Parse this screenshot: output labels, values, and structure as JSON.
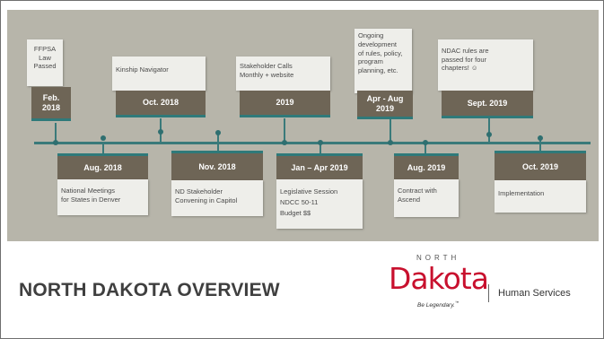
{
  "slide": {
    "title": "NORTH DAKOTA OVERVIEW"
  },
  "logo": {
    "north": "NORTH",
    "dakota": "Dakota",
    "tagline": "Be Legendary.",
    "tagline_mark": "™",
    "department": "Human Services"
  },
  "timeline_top": [
    {
      "date": "Feb.\n2018",
      "note": "FFPSA\nLaw\nPassed"
    },
    {
      "date": "Oct. 2018",
      "note": "Kinship Navigator"
    },
    {
      "date": "2019",
      "note": "Stakeholder Calls\nMonthly + website"
    },
    {
      "date": "Apr - Aug\n2019",
      "note": "Ongoing\ndevelopment\nof rules, policy,\nprogram\nplanning, etc."
    },
    {
      "date": "Sept. 2019",
      "note": "NDAC rules are\npassed for four\nchapters! ☺"
    }
  ],
  "timeline_bottom": [
    {
      "date": "Aug. 2018",
      "note": "National Meetings\nfor States in Denver"
    },
    {
      "date": "Nov. 2018",
      "note": "ND Stakeholder\nConvening in Capitol"
    },
    {
      "date": "Jan –  Apr 2019",
      "note": "Legislative Session\nNDCC 50-11\nBudget $$"
    },
    {
      "date": "Aug. 2019",
      "note": "Contract with\nAscend"
    },
    {
      "date": "Oct. 2019",
      "note": "Implementation"
    }
  ],
  "colors": {
    "panel": "#b7b5aa",
    "date_box": "#6e6556",
    "accent": "#2f7a7a",
    "logo_red": "#c8102e"
  }
}
